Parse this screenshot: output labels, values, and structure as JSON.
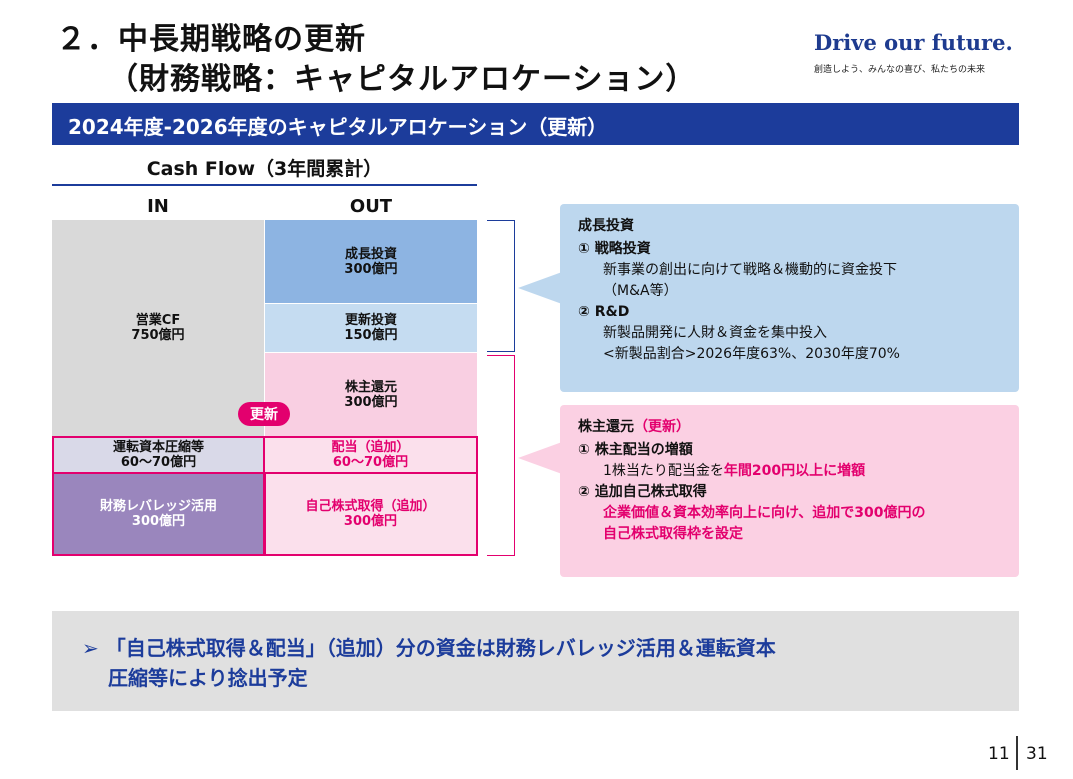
{
  "header": {
    "title_line1": "２．中長期戦略の更新",
    "title_line2": "（財務戦略：キャピタルアロケーション）",
    "brand": "Drive our future.",
    "brand_sub": "創造しよう、みんなの喜び、私たちの未来"
  },
  "banner": "2024年度-2026年度のキャピタルアロケーション（更新）",
  "cashflow": {
    "title": "Cash Flow（3年間累計）",
    "in_label": "IN",
    "out_label": "OUT",
    "in_blocks": [
      {
        "label": "営業CF",
        "value": "750億円"
      },
      {
        "label": "運転資本圧縮等",
        "value": "60〜70億円"
      },
      {
        "label": "財務レバレッジ活用",
        "value": "300億円"
      }
    ],
    "out_blocks": [
      {
        "label": "成長投資",
        "value": "300億円"
      },
      {
        "label": "更新投資",
        "value": "150億円"
      },
      {
        "label": "株主還元",
        "value": "300億円"
      },
      {
        "label": "配当（追加）",
        "value": "60〜70億円"
      },
      {
        "label": "自己株式取得（追加）",
        "value": "300億円"
      }
    ],
    "badge": "更新"
  },
  "growth_card": {
    "heading": "成長投資",
    "item1_title": "① 戦略投資",
    "item1_text1": "新事業の創出に向けて戦略＆機動的に資金投下",
    "item1_text2": "（M&A等）",
    "item2_title": "② R&D",
    "item2_text1": "新製品開発に人財＆資金を集中投入",
    "item2_text2": "<新製品割合>2026年度63%、2030年度70%"
  },
  "return_card": {
    "heading": "株主還元",
    "heading_tag": "（更新）",
    "item1_title": "① 株主配当の増額",
    "item1_text_plain": "1株当たり配当金を",
    "item1_text_em": "年間200円以上に増額",
    "item2_title": "② 追加自己株式取得",
    "item2_text1": "企業価値＆資本効率向上に向け、追加で300億円の",
    "item2_text2": "自己株式取得枠を設定"
  },
  "summary": {
    "marker": "➢",
    "line1": "「自己株式取得＆配当」（追加）分の資金は財務レバレッジ活用＆運転資本",
    "line2": "圧縮等により捻出予定"
  },
  "page": {
    "current": "11",
    "total": "31"
  },
  "colors": {
    "navy": "#1c3c9b",
    "pink": "#e3006e",
    "blue_card": "#bdd7ee",
    "pink_card": "#fbd0e3"
  }
}
